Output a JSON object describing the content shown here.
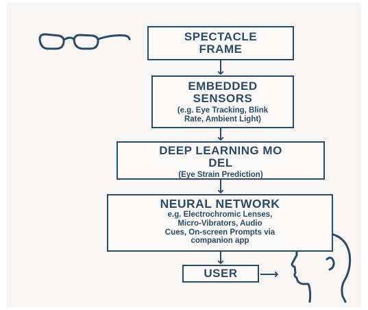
{
  "diagram": {
    "colors": {
      "stroke": "#2c4a67",
      "box_fill": "#fbfaf8",
      "background": "#f7f6f4"
    },
    "nodes": [
      {
        "id": "frame",
        "title": "SPECTACLE\nFRAME",
        "subtitle": ""
      },
      {
        "id": "sensors",
        "title": "EMBEDDED\nSENSORS",
        "subtitle": "(e.g. Eye Tracking, Blink\nRate, Ambient Light)"
      },
      {
        "id": "model",
        "title": "DEEP LEARNING MO\nDEL",
        "subtitle": "(Eye Strain Prediction)"
      },
      {
        "id": "network",
        "title": "NEURAL NETWORK",
        "subtitle": "e.g. Electrochromic Lenses,\nMicro-Vibrators, Audio\nCues, On-screen Prompts via\ncompanion app"
      },
      {
        "id": "user",
        "title": "USER",
        "subtitle": ""
      }
    ],
    "icons": {
      "glasses": "glasses-icon",
      "head": "human-head-icon",
      "arrow": "arrow-down-icon"
    }
  }
}
